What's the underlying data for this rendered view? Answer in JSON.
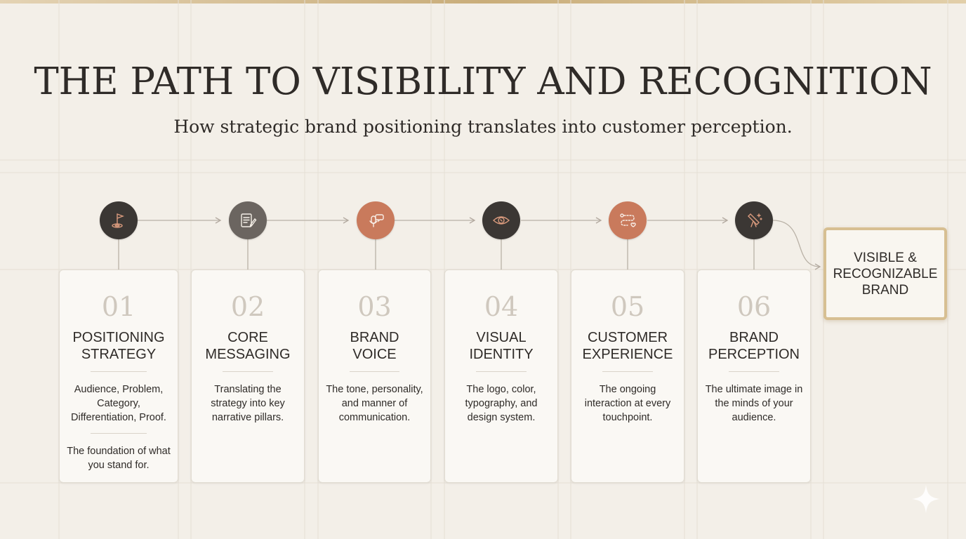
{
  "title": "THE PATH TO VISIBILITY AND RECOGNITION",
  "subtitle": "How strategic brand positioning translates into customer perception.",
  "steps": [
    {
      "number": "01",
      "title": "POSITIONING\nSTRATEGY",
      "description": "Audience, Problem, Category, Differentiation, Proof.",
      "note": "The foundation of what you stand for.",
      "icon": "flag-target-icon",
      "circle_color": "#3b3734"
    },
    {
      "number": "02",
      "title": "CORE\nMESSAGING",
      "description": "Translating the strategy into key narrative pillars.",
      "note": "",
      "icon": "document-pen-icon",
      "circle_color": "#6b6560"
    },
    {
      "number": "03",
      "title": "BRAND\nVOICE",
      "description": "The tone, personality, and manner of communication.",
      "note": "",
      "icon": "microphone-speech-icon",
      "circle_color": "#c97a5c"
    },
    {
      "number": "04",
      "title": "VISUAL\nIDENTITY",
      "description": "The logo, color, typography, and design system.",
      "note": "",
      "icon": "eye-icon",
      "circle_color": "#3b3734"
    },
    {
      "number": "05",
      "title": "CUSTOMER\nEXPERIENCE",
      "description": "The ongoing interaction at every touchpoint.",
      "note": "",
      "icon": "journey-heart-icon",
      "circle_color": "#c97a5c"
    },
    {
      "number": "06",
      "title": "BRAND\nPERCEPTION",
      "description": "The ultimate image in the minds of your audience.",
      "note": "",
      "icon": "telescope-stars-icon",
      "circle_color": "#3b3734"
    }
  ],
  "outcome": "VISIBLE &\nRECOGNIZABLE\nBRAND",
  "colors": {
    "background": "#f3efe8",
    "card": "#faf8f4",
    "accent_gold": "#d7bf92",
    "text": "#2f2b28",
    "muted_number": "#cfc8be"
  }
}
